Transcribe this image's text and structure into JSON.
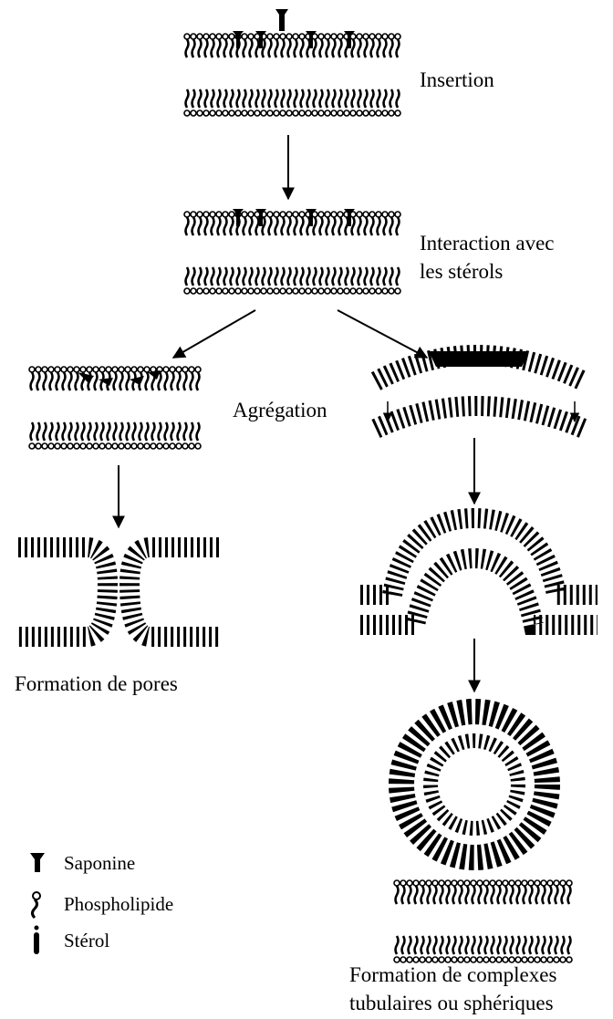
{
  "stages": {
    "insertion": "Insertion",
    "interaction_line1": "Interaction avec",
    "interaction_line2": "les stérols",
    "aggregation": "Agrégation",
    "pores": "Formation de pores",
    "complexes_line1": "Formation de complexes",
    "complexes_line2": "tubulaires ou sphériques"
  },
  "legend": {
    "saponin": "Saponine",
    "phospholipid": "Phospholipide",
    "sterol": "Stérol"
  }
}
